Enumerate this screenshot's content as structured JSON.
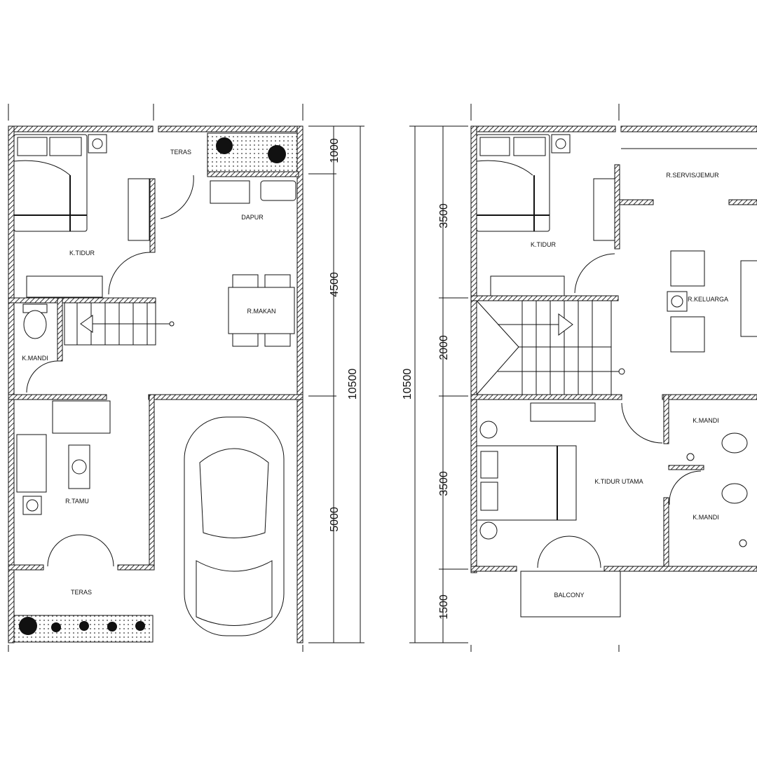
{
  "ground_floor": {
    "rooms": {
      "teras_top": "TERAS",
      "dapur": "DAPUR",
      "k_tidur": "K.TIDUR",
      "r_makan": "R.MAKAN",
      "k_mandi": "K.MANDI",
      "r_tamu": "R.TAMU",
      "teras_front": "TERAS"
    },
    "dimensions": [
      "1000",
      "4500",
      "5000"
    ],
    "total": "10500"
  },
  "upper_floor": {
    "rooms": {
      "r_servis": "R.SERVIS/JEMUR",
      "k_tidur": "K.TIDUR",
      "r_keluarga": "R.KELUARGA",
      "k_mandi_1": "K.MANDI",
      "k_mandi_2": "K.MANDI",
      "k_tidur_utama": "K.TIDUR  UTAMA",
      "balcony": "BALCONY"
    },
    "dimensions": [
      "3500",
      "2000",
      "3500",
      "1500"
    ],
    "total": "10500"
  }
}
